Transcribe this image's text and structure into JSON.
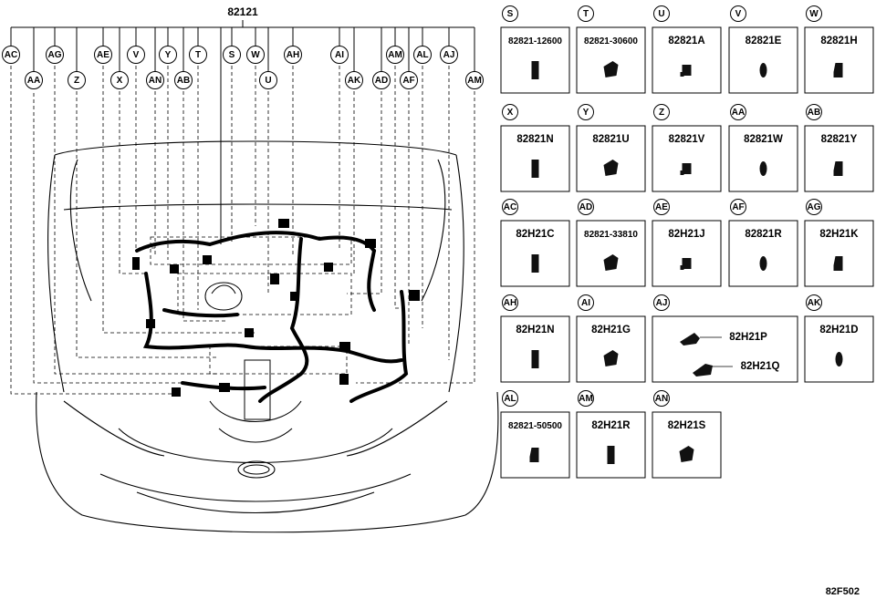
{
  "main_part_number": "82121",
  "reference_code": "82F502",
  "callouts_top_row": [
    "AC",
    "AG",
    "AE",
    "V",
    "Y",
    "T",
    "S",
    "W",
    "AH",
    "AI",
    "AM",
    "AL",
    "AJ"
  ],
  "callouts_bottom_row": [
    "AA",
    "Z",
    "X",
    "AN",
    "AB",
    "U",
    "AK",
    "AD",
    "AF",
    "AM"
  ],
  "parts": [
    {
      "letter": "S",
      "label": "82821-12600"
    },
    {
      "letter": "T",
      "label": "82821-30600"
    },
    {
      "letter": "U",
      "label": "82821A"
    },
    {
      "letter": "V",
      "label": "82821E"
    },
    {
      "letter": "W",
      "label": "82821H"
    },
    {
      "letter": "X",
      "label": "82821N"
    },
    {
      "letter": "Y",
      "label": "82821U"
    },
    {
      "letter": "Z",
      "label": "82821V"
    },
    {
      "letter": "AA",
      "label": "82821W"
    },
    {
      "letter": "AB",
      "label": "82821Y"
    },
    {
      "letter": "AC",
      "label": "82H21C"
    },
    {
      "letter": "AD",
      "label": "82821-33810"
    },
    {
      "letter": "AE",
      "label": "82H21J"
    },
    {
      "letter": "AF",
      "label": "82821R"
    },
    {
      "letter": "AG",
      "label": "82H21K"
    },
    {
      "letter": "AH",
      "label": "82H21N"
    },
    {
      "letter": "AI",
      "label": "82H21G"
    },
    {
      "letter": "AJ",
      "label": "82H21P",
      "label2": "82H21Q"
    },
    {
      "letter": "AK",
      "label": "82H21D"
    },
    {
      "letter": "AL",
      "label": "82821-50500"
    },
    {
      "letter": "AM",
      "label": "82H21R"
    },
    {
      "letter": "AN",
      "label": "82H21S"
    }
  ]
}
